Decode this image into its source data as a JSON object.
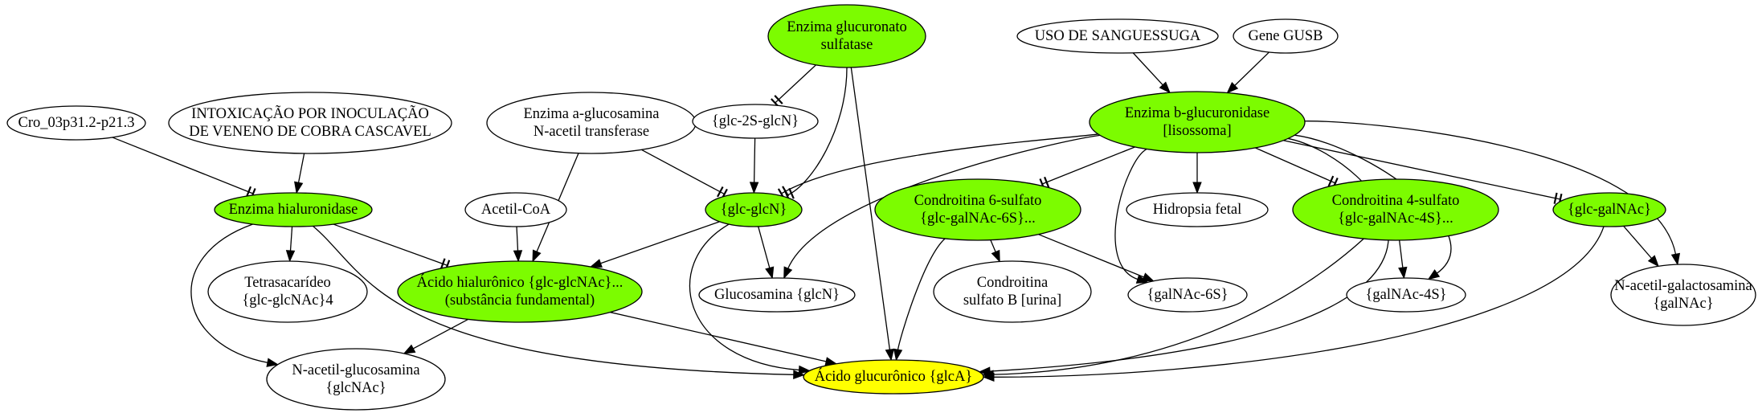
{
  "nodes": [
    {
      "id": "n1",
      "name": "node-cro-03p31",
      "lines": [
        "Cro_03p31.2-p21.3"
      ],
      "fill": "#ffffff"
    },
    {
      "id": "n2",
      "name": "node-intoxicacao",
      "lines": [
        "INTOXICAÇÃO POR INOCULAÇÃO",
        "DE VENENO DE COBRA CASCAVEL"
      ],
      "fill": "#ffffff"
    },
    {
      "id": "n3",
      "name": "node-enzima-a-glucosamina",
      "lines": [
        "Enzima a-glucosamina",
        "N-acetil transferase"
      ],
      "fill": "#ffffff"
    },
    {
      "id": "n4",
      "name": "node-glc-2s-glcn",
      "lines": [
        "{glc-2S-glcN}"
      ],
      "fill": "#ffffff"
    },
    {
      "id": "n5",
      "name": "node-enzima-glucuronato-sulfatase",
      "lines": [
        "Enzima glucuronato",
        "sulfatase"
      ],
      "fill": "#7cfc00"
    },
    {
      "id": "n6",
      "name": "node-uso-de-sanguessuga",
      "lines": [
        "USO DE SANGUESSUGA"
      ],
      "fill": "#ffffff"
    },
    {
      "id": "n7",
      "name": "node-gene-gusb",
      "lines": [
        "Gene GUSB"
      ],
      "fill": "#ffffff"
    },
    {
      "id": "n8",
      "name": "node-enzima-b-glucuronidase",
      "lines": [
        "Enzima b-glucuronidase",
        "[lisossoma]"
      ],
      "fill": "#7cfc00"
    },
    {
      "id": "n9",
      "name": "node-enzima-hialuronidase",
      "lines": [
        "Enzima hialuronidase"
      ],
      "fill": "#7cfc00"
    },
    {
      "id": "n10",
      "name": "node-acetil-coa",
      "lines": [
        "Acetil-CoA"
      ],
      "fill": "#ffffff"
    },
    {
      "id": "n11",
      "name": "node-glc-glcn",
      "lines": [
        "{glc-glcN}"
      ],
      "fill": "#7cfc00"
    },
    {
      "id": "n12",
      "name": "node-condroitina-6-sulfato",
      "lines": [
        "Condroitina 6-sulfato",
        "{glc-galNAc-6S}..."
      ],
      "fill": "#7cfc00"
    },
    {
      "id": "n13",
      "name": "node-hidropsia-fetal",
      "lines": [
        "Hidropsia fetal"
      ],
      "fill": "#ffffff"
    },
    {
      "id": "n14",
      "name": "node-condroitina-4-sulfato",
      "lines": [
        "Condroitina 4-sulfato",
        "{glc-galNAc-4S}..."
      ],
      "fill": "#7cfc00"
    },
    {
      "id": "n15",
      "name": "node-glc-galnac",
      "lines": [
        "{glc-galNAc}"
      ],
      "fill": "#7cfc00"
    },
    {
      "id": "n16",
      "name": "node-tetrasacarideo",
      "lines": [
        "Tetrasacarídeo",
        "{glc-glcNAc}4"
      ],
      "fill": "#ffffff"
    },
    {
      "id": "n17",
      "name": "node-acido-hialuronico",
      "lines": [
        "Ácido hialurônico {glc-glcNAc}...",
        "(substância fundamental)"
      ],
      "fill": "#7cfc00"
    },
    {
      "id": "n18",
      "name": "node-glucosamina",
      "lines": [
        "Glucosamina {glcN}"
      ],
      "fill": "#ffffff"
    },
    {
      "id": "n19",
      "name": "node-condroitina-sulfato-b",
      "lines": [
        "Condroitina",
        "sulfato B [urina]"
      ],
      "fill": "#ffffff"
    },
    {
      "id": "n20",
      "name": "node-galnac-6s",
      "lines": [
        "{galNAc-6S}"
      ],
      "fill": "#ffffff"
    },
    {
      "id": "n21",
      "name": "node-galnac-4s",
      "lines": [
        "{galNAc-4S}"
      ],
      "fill": "#ffffff"
    },
    {
      "id": "n22",
      "name": "node-n-acetil-galactosamina",
      "lines": [
        "N-acetil-galactosamina",
        "{galNAc}"
      ],
      "fill": "#ffffff"
    },
    {
      "id": "n23",
      "name": "node-n-acetil-glucosamina",
      "lines": [
        "N-acetil-glucosamina",
        "{glcNAc}"
      ],
      "fill": "#ffffff"
    },
    {
      "id": "n24",
      "name": "node-acido-glucuronico",
      "lines": [
        "Ácido glucurônico {glcA}"
      ],
      "fill": "#ffff00"
    }
  ],
  "edges": [
    {
      "from": "n1",
      "to": "n9",
      "inhibit": true
    },
    {
      "from": "n2",
      "to": "n9",
      "inhibit": false
    },
    {
      "from": "n9",
      "to": "n17",
      "inhibit": true
    },
    {
      "from": "n9",
      "to": "n16",
      "inhibit": false
    },
    {
      "from": "n9",
      "to": "n23",
      "inhibit": false
    },
    {
      "from": "n9",
      "to": "n24",
      "inhibit": false
    },
    {
      "from": "n10",
      "to": "n17",
      "inhibit": false
    },
    {
      "from": "n3",
      "to": "n17",
      "inhibit": false
    },
    {
      "from": "n3",
      "to": "n11",
      "inhibit": true
    },
    {
      "from": "n5",
      "to": "n4",
      "inhibit": true
    },
    {
      "from": "n5",
      "to": "n11",
      "inhibit": true
    },
    {
      "from": "n5",
      "to": "n24",
      "inhibit": false
    },
    {
      "from": "n4",
      "to": "n11",
      "inhibit": false
    },
    {
      "from": "n6",
      "to": "n8",
      "inhibit": false
    },
    {
      "from": "n7",
      "to": "n8",
      "inhibit": false
    },
    {
      "from": "n8",
      "to": "n11",
      "inhibit": true
    },
    {
      "from": "n8",
      "to": "n18",
      "inhibit": false
    },
    {
      "from": "n8",
      "to": "n12",
      "inhibit": true
    },
    {
      "from": "n8",
      "to": "n20",
      "inhibit": false
    },
    {
      "from": "n8",
      "to": "n13",
      "inhibit": false
    },
    {
      "from": "n8",
      "to": "n14",
      "inhibit": true
    },
    {
      "from": "n8",
      "to": "n21",
      "inhibit": false
    },
    {
      "from": "n8",
      "to": "n24",
      "inhibit": false
    },
    {
      "from": "n8",
      "to": "n15",
      "inhibit": true
    },
    {
      "from": "n8",
      "to": "n22",
      "inhibit": false
    },
    {
      "from": "n11",
      "to": "n17",
      "inhibit": false
    },
    {
      "from": "n11",
      "to": "n18",
      "inhibit": false
    },
    {
      "from": "n11",
      "to": "n24",
      "inhibit": false
    },
    {
      "from": "n17",
      "to": "n23",
      "inhibit": false
    },
    {
      "from": "n17",
      "to": "n24",
      "inhibit": false
    },
    {
      "from": "n12",
      "to": "n19",
      "inhibit": false
    },
    {
      "from": "n12",
      "to": "n20",
      "inhibit": false
    },
    {
      "from": "n12",
      "to": "n24",
      "inhibit": false
    },
    {
      "from": "n14",
      "to": "n21",
      "inhibit": false
    },
    {
      "from": "n14",
      "to": "n24",
      "inhibit": false
    },
    {
      "from": "n15",
      "to": "n22",
      "inhibit": false
    },
    {
      "from": "n15",
      "to": "n24",
      "inhibit": false
    }
  ]
}
